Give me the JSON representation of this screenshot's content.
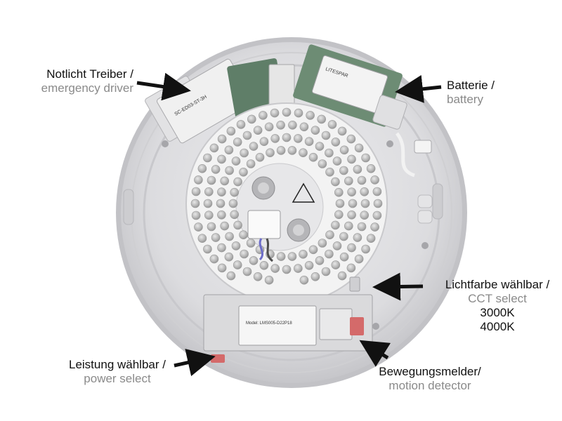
{
  "labels": {
    "emergency_driver": {
      "de": "Notlicht Treiber /",
      "en": "emergency driver"
    },
    "battery": {
      "de": "Batterie /",
      "en": "battery"
    },
    "cct_select": {
      "de": "Lichtfarbe wählbar /",
      "en": "CCT select",
      "values": [
        "3000K",
        "4000K"
      ]
    },
    "power_select": {
      "de": "Leistung wählbar /",
      "en": "power select"
    },
    "motion_detector": {
      "de": "Bewegungsmelder/",
      "en": "motion detector"
    }
  },
  "product_text": {
    "emergency_module": "SC-ED03-ST-3H",
    "battery_brand": "LITESPAR",
    "driver_model": "Model: LMS005-D22P18"
  },
  "colors": {
    "housing": "#d9d9dc",
    "board": "#f2f2f2",
    "led": "#bfbfbf",
    "label_primary": "#111111",
    "label_secondary": "#8a8a8a",
    "arrow": "#111111"
  }
}
